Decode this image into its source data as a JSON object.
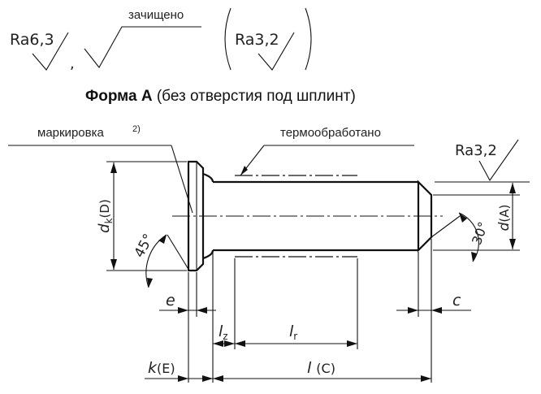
{
  "symbols": {
    "ra_left": "Ra6,3",
    "comma": ",",
    "cleaned": "зачищено",
    "ra_paren": "Ra3,2"
  },
  "heading": {
    "bold": "Форма А",
    "rest": " (без отверстия под шплинт)"
  },
  "callouts": {
    "marking": "маркировка",
    "marking_note": "2)",
    "heat_treated": "термообработано",
    "ra_right": "Ra3,2"
  },
  "dimensions": {
    "dk_sym": "d",
    "dk_sub": "k",
    "dk_alt": "(D)",
    "d_sym": "d",
    "d_alt": "(A)",
    "angle_head": "45°",
    "angle_end": "30°",
    "e": "e",
    "c": "c",
    "lz_sym": "l",
    "lz_sub": "z",
    "lr_sym": "l",
    "lr_sub": "r",
    "k_sym": "k",
    "k_alt": "(E)",
    "l_sym": "l",
    "l_alt": "(C)"
  }
}
